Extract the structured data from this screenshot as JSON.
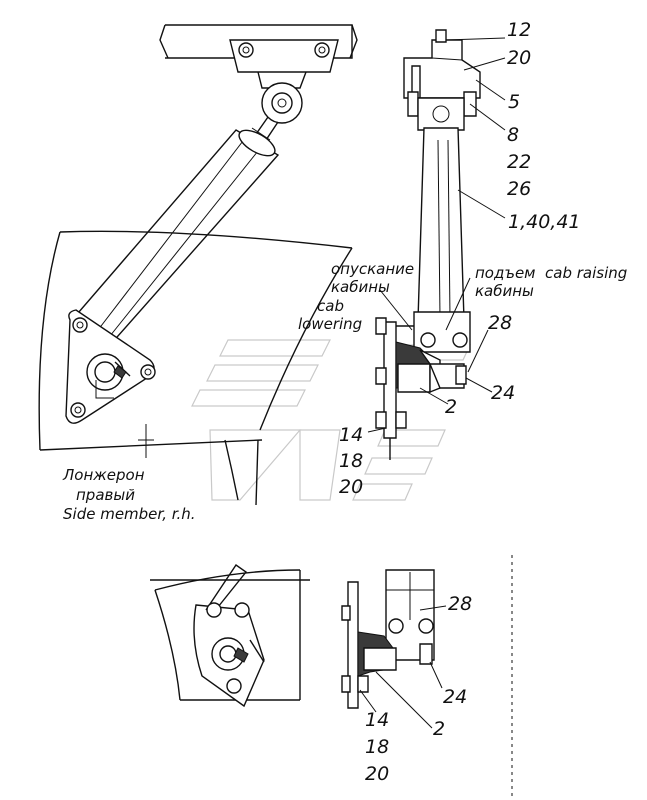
{
  "callouts": {
    "c12": "12",
    "c20a": "20",
    "c5": "5",
    "c8": "8",
    "c22": "22",
    "c26": "26",
    "c1_40_41": "1,40,41",
    "c28a": "28",
    "c24a": "24",
    "c2a": "2",
    "c14a": "14",
    "c18a": "18",
    "c20b": "20",
    "c28b": "28",
    "c24b": "24",
    "c2b": "2",
    "c14b": "14",
    "c18b": "18",
    "c20c": "20"
  },
  "labels": {
    "lowering_ru_1": "опускание",
    "lowering_ru_2": "кабины",
    "lowering_en_1": "cab",
    "lowering_en_2": "lowering",
    "raising_ru_1": "подъем",
    "raising_en": "cab raising",
    "raising_ru_2": "кабины",
    "side_member_ru_1": "Лонжерон",
    "side_member_ru_2": "правый",
    "side_member_en": "Side member, r.h."
  }
}
